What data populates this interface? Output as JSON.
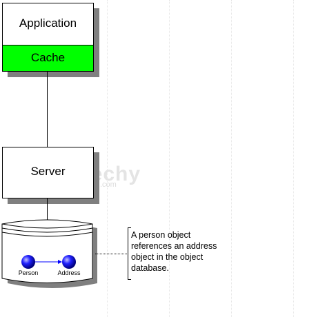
{
  "diagram": {
    "application_label": "Application",
    "cache_label": "Cache",
    "server_label": "Server",
    "database": {
      "person_label": "Person",
      "address_label": "Address"
    },
    "note": {
      "text": "A person object\nreferences an address\nobject in the object\ndatabase."
    },
    "colors": {
      "cache_fill": "#00ff00",
      "node_fill": "#0000ff",
      "shadow": "#7f7f7f"
    }
  },
  "watermark": {
    "text": "wikitechy",
    "suffix": ".com"
  }
}
